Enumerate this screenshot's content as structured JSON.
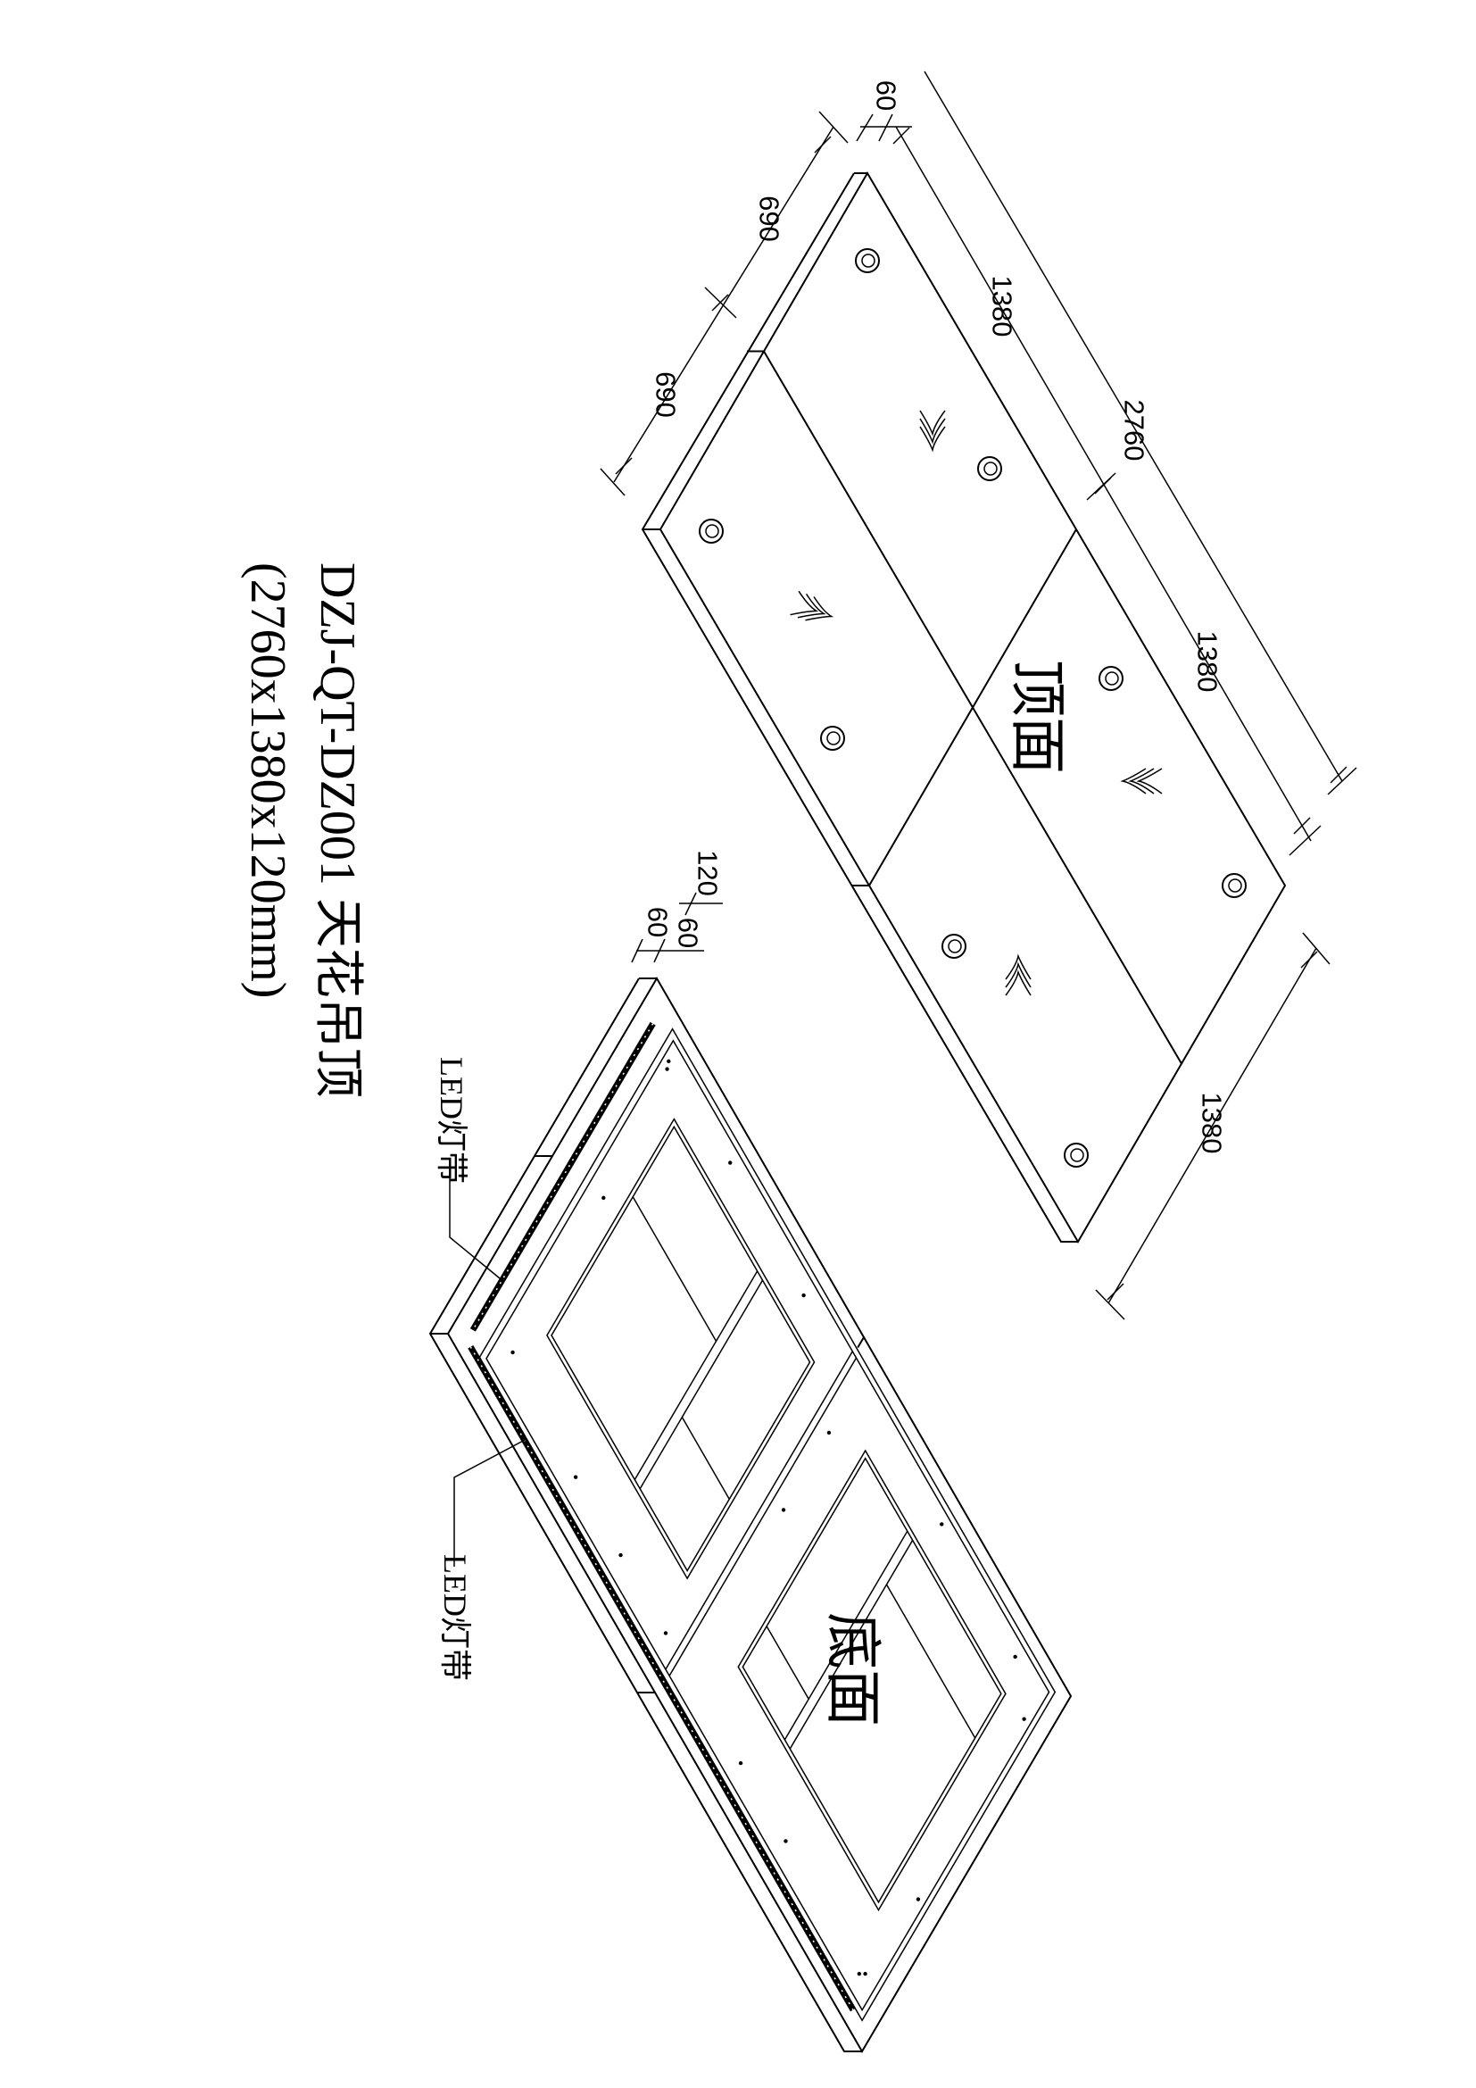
{
  "title": {
    "line1": "DZJ-QT-DZ001 天花吊顶",
    "line2": "(2760x1380x120mm)"
  },
  "top_view": {
    "face_label": "顶面",
    "dims": {
      "d690a": "690",
      "d690b": "690",
      "d60": "60",
      "d1380a": "1380",
      "d2760": "2760",
      "d1380b": "1380",
      "d1380c": "1380"
    }
  },
  "bottom_view": {
    "face_label": "底面",
    "led_label_1": "LED灯带",
    "led_label_2": "LED灯带",
    "dims": {
      "d120": "120",
      "d60a": "60",
      "d60b": "60"
    }
  }
}
